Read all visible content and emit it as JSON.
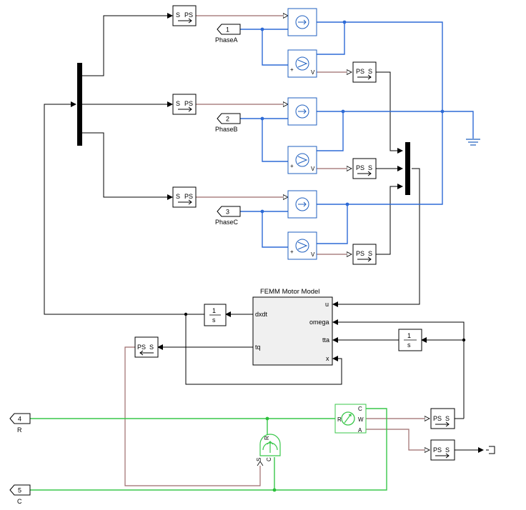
{
  "ports_in": [
    {
      "num": "1",
      "name": "PhaseA"
    },
    {
      "num": "2",
      "name": "PhaseB"
    },
    {
      "num": "3",
      "name": "PhaseC"
    },
    {
      "num": "4",
      "name": "R"
    },
    {
      "num": "5",
      "name": "C"
    }
  ],
  "sps_converter": {
    "in": "S",
    "out": "PS"
  },
  "pss_converter": {
    "in": "PS",
    "out": "S"
  },
  "voltage_sensor": {
    "plus": "+",
    "v": "V"
  },
  "integrator": {
    "num": "1",
    "den": "s"
  },
  "femm": {
    "title": "FEMM Motor Model",
    "inputs": [
      "dxdt",
      "tq"
    ],
    "outputs": [
      "u",
      "omega",
      "tta",
      "x"
    ]
  },
  "ideal_rot_motion_sensor": {
    "r": "R",
    "c": "C",
    "w": "W",
    "a": "A"
  },
  "torque_source": {
    "r": "R",
    "c": "C",
    "s": "S"
  },
  "colors": {
    "electrical": "#2d6ad6",
    "rotational": "#39c74a",
    "physical_signal": "#9c6a6a",
    "signal": "#000000"
  }
}
